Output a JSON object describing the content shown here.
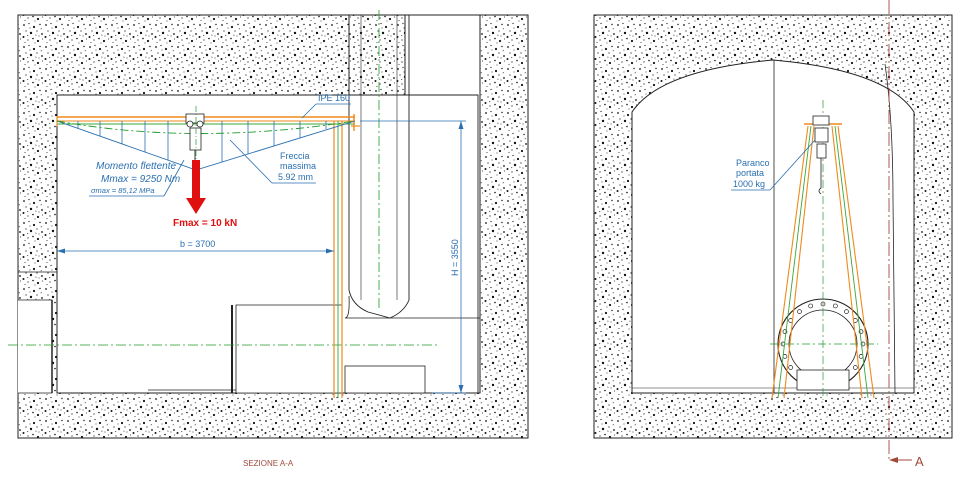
{
  "left_view": {
    "beam_label": "IPE 160",
    "moment_title": "Momento flettente",
    "moment_max": "Mmax = 9250 Nm",
    "stress_max": "σmax = 85,12 MPa",
    "deflection_line1": "Freccia",
    "deflection_line2": "massima",
    "deflection_value": "5.92 mm",
    "force_label": "Fmax = 10 kN",
    "span_label": "b = 3700",
    "height_label": "H = 3550",
    "section_caption": "SEZIONE A-A"
  },
  "right_view": {
    "hoist_line1": "Paranco",
    "hoist_line2": "portata",
    "hoist_line3": "1000 kg",
    "section_marker": "A"
  },
  "colors": {
    "concrete": "#ffffff",
    "speckle": "#000000",
    "dimension": "#2a6fb0",
    "beam_orange": "#f08a1c",
    "beam_green": "#3aa63a",
    "axis": "#1f9a2a",
    "force": "#e01010",
    "section_line": "#a04a3a"
  }
}
